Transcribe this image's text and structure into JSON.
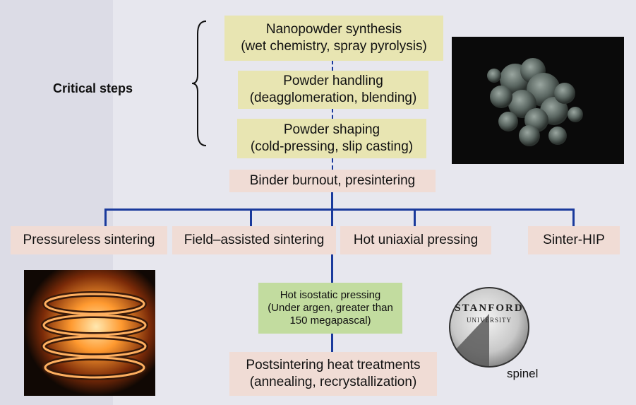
{
  "steps": {
    "synthesis": {
      "title": "Nanopowder synthesis",
      "detail": "(wet chemistry, spray pyrolysis)"
    },
    "handling": {
      "title": "Powder handling",
      "detail": "(deagglomeration, blending)"
    },
    "shaping": {
      "title": "Powder shaping",
      "detail": "(cold-pressing, slip casting)"
    },
    "burnout": {
      "title": "Binder burnout, presintering"
    }
  },
  "critical_label": "Critical steps",
  "methods": [
    {
      "label": "Pressureless sintering"
    },
    {
      "label": "Field–assisted sintering"
    },
    {
      "label": "Hot uniaxial pressing"
    },
    {
      "label": "Sinter-HIP"
    }
  ],
  "hip": {
    "line1": "Hot isostatic pressing",
    "line2": "(Under argen, greater than",
    "line3": "150 megapascal)"
  },
  "post": {
    "title": "Postsintering heat treatments",
    "detail": "(annealing, recrystallization)"
  },
  "logo": {
    "line1": "STANFORD",
    "line2": "UNIVERSITY"
  },
  "spinel_label": "spinel",
  "colors": {
    "connector": "#1a3a9c",
    "yellow_box": "#e8e5b2",
    "pink_box": "#f0dcd5",
    "green_box": "#c2dc9f"
  }
}
